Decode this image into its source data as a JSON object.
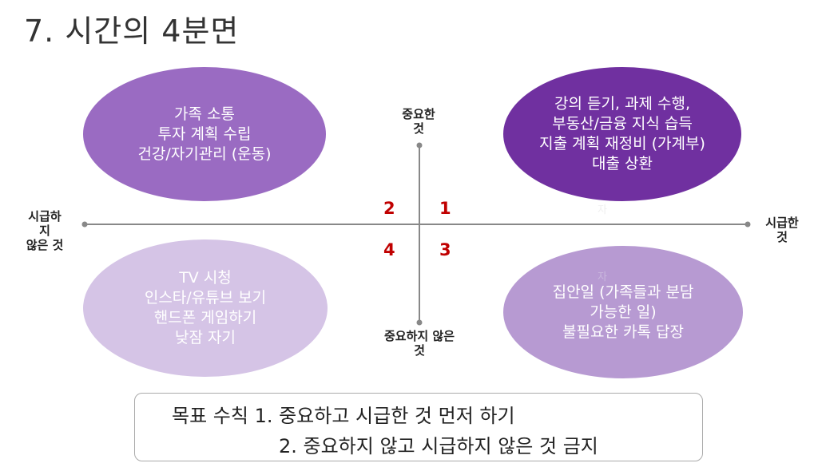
{
  "title": "7. 시간의 4분면",
  "axes": {
    "top": [
      "중요한",
      "것"
    ],
    "bottom": [
      "중요하지 않은",
      "것"
    ],
    "left": [
      "시급하",
      "지",
      "않은 것"
    ],
    "right": [
      "시급한",
      "것"
    ]
  },
  "quadrants": [
    {
      "number": "1",
      "color": "#7030a0",
      "lines": [
        "강의 듣기, 과제 수행,",
        "부동산/금융 지식 습득",
        "지출 계획 재정비 (가계부)",
        "대출 상환"
      ]
    },
    {
      "number": "2",
      "color": "#9a6bc2",
      "lines": [
        "가족 소통",
        "투자 계획 수립",
        "건강/자기관리 (운동)"
      ]
    },
    {
      "number": "3",
      "color": "#b79ad2",
      "lines": [
        "집안일 (가족들과 분담",
        "가능한 일)",
        "불필요한 카톡 답장"
      ]
    },
    {
      "number": "4",
      "color": "#d5c4e6",
      "lines": [
        "TV 시청",
        "인스타/유튜브 보기",
        "핸드폰 게임하기",
        "낮잠 자기"
      ]
    }
  ],
  "faint_marks": [
    "자",
    "자"
  ],
  "goal": {
    "line1": "목표 수칙 1. 중요하고 시급한 것 먼저 하기",
    "line2": "2. 중요하지 않고 시급하지 않은 것 금지"
  }
}
